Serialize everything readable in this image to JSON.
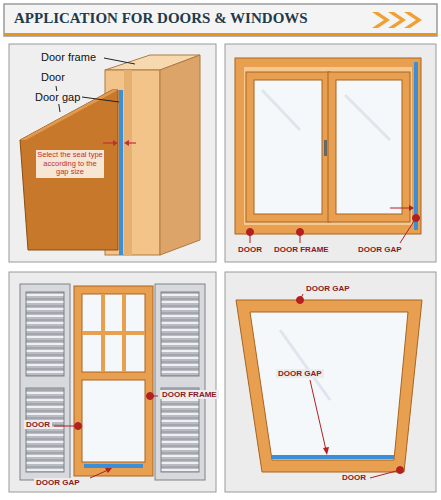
{
  "diagram": {
    "title": "APPLICATION FOR DOORS & WINDOWS",
    "labels": [
      "Door frame",
      "Door",
      "Door gap",
      "Select the seal type according to the gap size",
      "DOOR",
      "DOOR FRAME",
      "DOOR GAP",
      "DOOR",
      "DOOR FRAME",
      "DOOR GAP",
      "DOOR GAP",
      "DOOR GAP",
      "DOOR"
    ]
  }
}
